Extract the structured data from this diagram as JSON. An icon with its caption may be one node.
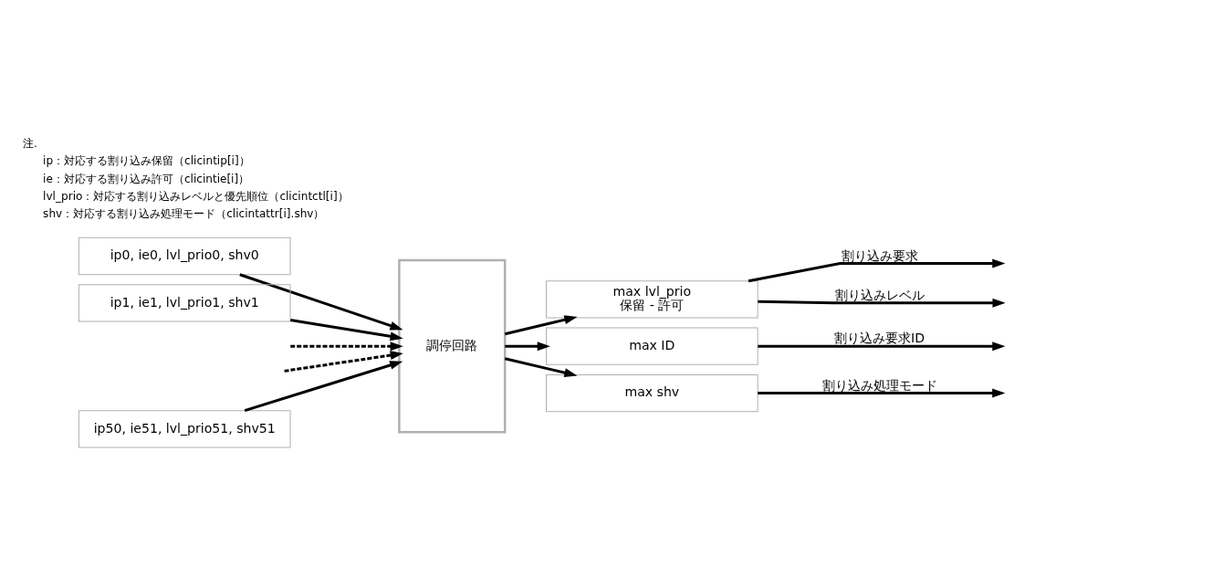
{
  "diagram": {
    "nodes": [
      {
        "text": [
          "ip0, ie0, lvl_prio0, shv0"
        ]
      },
      {
        "text": [
          "ip1, ie1, lvl_prio1, shv1"
        ]
      },
      {
        "text": [
          "ip50, ie51, lvl_prio51, shv51"
        ]
      },
      {
        "text": [
          "調停回路"
        ]
      },
      {
        "text": [
          "max lvl_prio",
          "保留 - 許可"
        ]
      },
      {
        "text": [
          "max ID"
        ]
      },
      {
        "text": [
          "max shv"
        ]
      }
    ],
    "edges": [
      {
        "from": 0,
        "to": 3,
        "arrow": "to"
      },
      {
        "from": 1,
        "to": 3,
        "arrow": "to"
      },
      {
        "from": null,
        "to": 3,
        "arrow": "to",
        "style": "dashed"
      },
      {
        "from": null,
        "to": 3,
        "arrow": "to",
        "style": "dashed"
      },
      {
        "from": 2,
        "to": 3,
        "arrow": "to"
      },
      {
        "from": 3,
        "to": 4,
        "arrow": "to"
      },
      {
        "from": 3,
        "to": 5,
        "arrow": "to"
      },
      {
        "from": 3,
        "to": 6,
        "arrow": "to"
      },
      {
        "from": 4,
        "to": null,
        "arrow": "to",
        "label": "割り込み要求"
      },
      {
        "from": 4,
        "to": null,
        "arrow": "to",
        "label": "割り込みレベル"
      },
      {
        "from": 5,
        "to": null,
        "arrow": "to",
        "label": "割り込み要求ID"
      },
      {
        "from": 6,
        "to": null,
        "arrow": "to",
        "label": "割り込み処理モード"
      }
    ],
    "labels": [
      "注.",
      "ip：対応する割り込み保留（clicintip[i]）",
      "ie：対応する割り込み許可（clicintie[i]）",
      "lvl_prio：対応する割り込みレベルと優先順位（clicintctl[i]）",
      "shv：対応する割り込み処理モード（clicintattr[i].shv）"
    ]
  }
}
